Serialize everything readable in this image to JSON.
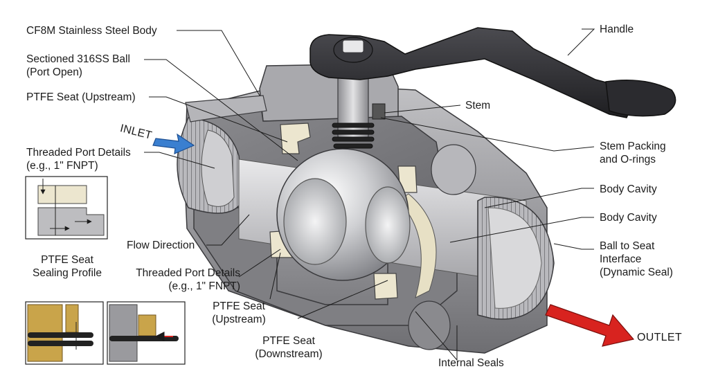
{
  "labels": {
    "body": "CF8M Stainless Steel Body",
    "ball_line1": "Sectioned 316SS Ball",
    "ball_line2": "(Port Open)",
    "seat_upstream_top": "PTFE Seat (Upstream)",
    "inlet": "INLET",
    "threaded_left_line1": "Threaded Port Details",
    "threaded_left_line2": "(e.g., 1\" FNPT)",
    "seat_profile_line1": "PTFE Seat",
    "seat_profile_line2": "Sealing Profile",
    "flow_direction": "Flow Direction",
    "threaded_mid_line1": "Threaded Port Details",
    "threaded_mid_line2": "(e.g., 1\" FNPT)",
    "seat_upstream_bottom_line1": "PTFE Seat",
    "seat_upstream_bottom_line2": "(Upstream)",
    "seat_downstream_line1": "PTFE Seat",
    "seat_downstream_line2": "(Downstream)",
    "internal_seals": "Internal Seals",
    "handle": "Handle",
    "stem": "Stem",
    "stem_packing_line1": "Stem Packing",
    "stem_packing_line2": "and O-rings",
    "body_cavity_1": "Body Cavity",
    "body_cavity_2": "Body Cavity",
    "ball_seat_line1": "Ball to Seat",
    "ball_seat_line2": "Interface",
    "ball_seat_line3": "(Dynamic Seal)",
    "outlet": "OUTLET"
  },
  "colors": {
    "inlet_arrow": "#3a7fd0",
    "outlet_arrow": "#d8231f",
    "steel_dark": "#7d7d80",
    "steel_light": "#d6d6d8",
    "ptfe_seat": "#ece6cf",
    "handle": "#2a2a2d",
    "brass": "#c9a44a",
    "leader_line": "#1b1b1b"
  },
  "icons": {
    "inlet_arrow": "arrow-right-icon",
    "outlet_arrow": "arrow-right-icon"
  }
}
